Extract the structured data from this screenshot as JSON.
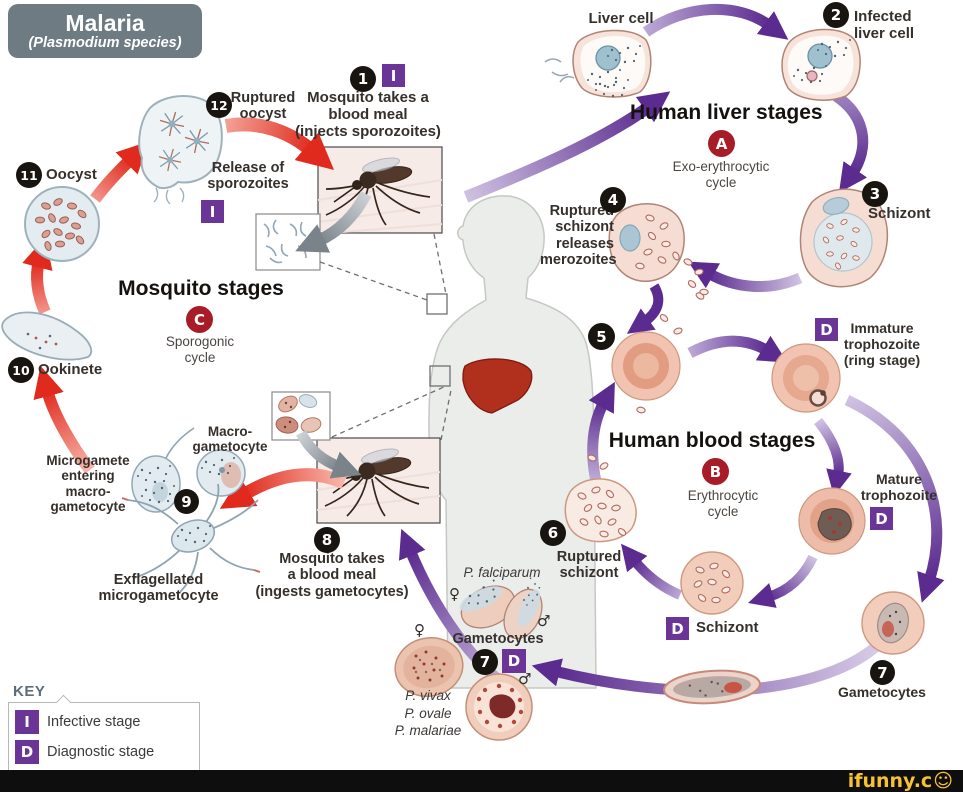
{
  "title": {
    "name": "Malaria",
    "species": "(Plasmodium species)"
  },
  "cycles": {
    "mosquito": {
      "heading": "Mosquito stages",
      "badge": "C",
      "label": "Sporogonic\ncycle"
    },
    "liver": {
      "heading": "Human liver stages",
      "badge": "A",
      "label": "Exo-erythrocytic\ncycle"
    },
    "blood": {
      "heading": "Human blood stages",
      "badge": "B",
      "label": "Erythrocytic\ncycle"
    }
  },
  "steps": {
    "s1": {
      "num": "1",
      "tag": "I",
      "label": "Mosquito takes a\nblood meal\n(injects sporozoites)"
    },
    "s2": {
      "num": "2",
      "label": "Infected\nliver cell"
    },
    "s3": {
      "num": "3",
      "label": "Schizont"
    },
    "s4": {
      "num": "4",
      "label": "Ruptured\nschizont\nreleases\nmerozoites"
    },
    "s5": {
      "num": "5"
    },
    "s6": {
      "num": "6",
      "label": "Ruptured\nschizont"
    },
    "s7_right": {
      "num": "7",
      "label": "Gametocytes"
    },
    "s7_bottom": {
      "num": "7",
      "tag": "D",
      "label": "Gametocytes"
    },
    "s8": {
      "num": "8",
      "label": "Mosquito takes\na blood meal\n(ingests gametocytes)"
    },
    "s9": {
      "num": "9"
    },
    "s10": {
      "num": "10",
      "label": "Ookinete"
    },
    "s11": {
      "num": "11",
      "label": "Oocyst"
    },
    "s12": {
      "num": "12",
      "label": "Ruptured\noocyst"
    }
  },
  "labels": {
    "liver_cell": "Liver cell",
    "release_sporozoites": "Release of\nsporozoites",
    "release_tag": "I",
    "immature_trophozoite": "Immature\ntrophozoite\n(ring stage)",
    "immature_tag": "D",
    "mature_trophozoite": "Mature\ntrophozoite",
    "mature_tag": "D",
    "schizont_diag": "Schizont",
    "schizont_diag_tag": "D",
    "macro_gametocyte": "Macro-\ngametocyte",
    "microgamete": "Microgamete\nentering\nmacro-\ngametocyte",
    "exflagellated": "Exflagellated\nmicrogametocyte",
    "p_falciparum": "P. falciparum",
    "other_species": "P. vivax\nP. ovale\nP. malariae",
    "female_symbol": "♀",
    "male_symbol": "♂"
  },
  "key": {
    "heading": "KEY",
    "items": [
      {
        "tag": "I",
        "label": "Infective stage"
      },
      {
        "tag": "D",
        "label": "Diagnostic stage"
      }
    ]
  },
  "watermark": {
    "text": "ifunny.c",
    "smiley": "☺"
  },
  "colors": {
    "arrow_purple": "#5b2b8f",
    "arrow_red": "#e23125",
    "badge_purple": "#6a3596",
    "badge_dark_red": "#a81c27",
    "step_circle": "#18140f",
    "title_bg": "#6e7b83",
    "watermark_yellow": "#f6c232"
  }
}
